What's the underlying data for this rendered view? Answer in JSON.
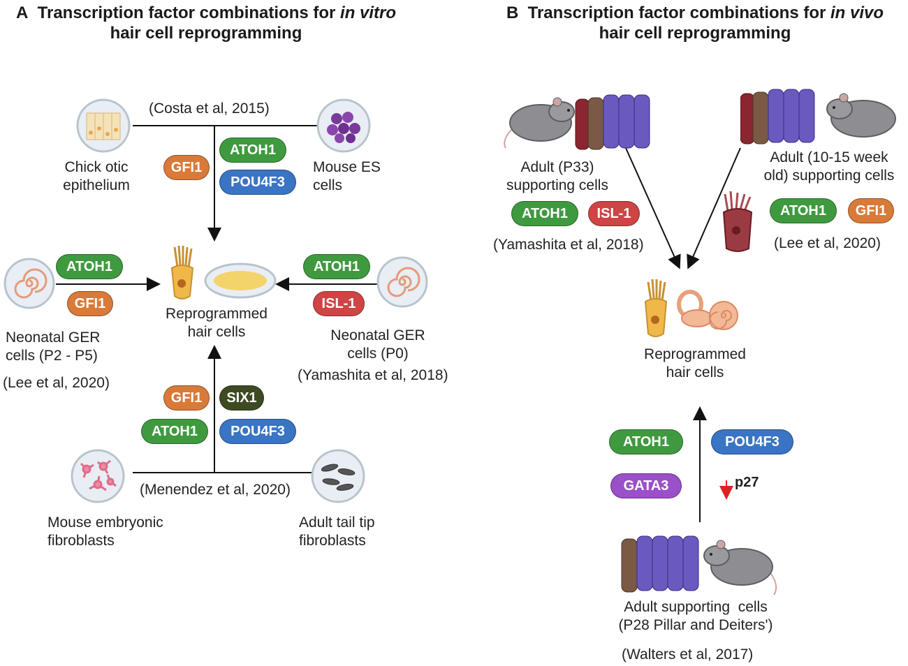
{
  "panel_a": {
    "letter": "A",
    "title_line1_pre": "Transcription factor combinations for ",
    "title_line1_em": "in vitro",
    "title_line2": "hair cell reprogramming",
    "top_citation": "(Costa et al, 2015)",
    "chick_label_1": "Chick otic",
    "chick_label_2": "epithelium",
    "mouse_es_label_1": "Mouse ES",
    "mouse_es_label_2": "cells",
    "top_factors": [
      "GFI1",
      "ATOH1",
      "POU4F3"
    ],
    "left_factors": [
      "ATOH1",
      "GFI1"
    ],
    "left_label_1": "Neonatal GER",
    "left_label_2": "cells (P2 - P5)",
    "left_citation": "(Lee et al, 2020)",
    "right_factors": [
      "ATOH1",
      "ISL-1"
    ],
    "right_label_1": "Neonatal GER",
    "right_label_2": "cells (P0)",
    "right_citation": "(Yamashita et al, 2018)",
    "center_label_1": "Reprogrammed",
    "center_label_2": "hair cells",
    "bottom_factors": [
      "GFI1",
      "SIX1",
      "ATOH1",
      "POU4F3"
    ],
    "bottom_citation": "(Menendez et al, 2020)",
    "mef_label_1": "Mouse embryonic",
    "mef_label_2": "fibroblasts",
    "tail_label_1": "Adult tail tip",
    "tail_label_2": "fibroblasts"
  },
  "panel_b": {
    "letter": "B",
    "title_line1_pre": "Transcription factor combinations for ",
    "title_line1_em": "in vivo",
    "title_line2": "hair cell reprogramming",
    "left_label_1": "Adult (P33)",
    "left_label_2": "supporting cells",
    "left_factors": [
      "ATOH1",
      "ISL-1"
    ],
    "left_citation": "(Yamashita et al, 2018)",
    "right_label_1": "Adult (10-15 week",
    "right_label_2": "old) supporting cells",
    "right_factors": [
      "ATOH1",
      "GFI1"
    ],
    "right_citation": "(Lee et al, 2020)",
    "center_label_1": "Reprogrammed",
    "center_label_2": "hair cells",
    "bottom_factors": [
      "ATOH1",
      "POU4F3",
      "GATA3"
    ],
    "p27_label": "p27",
    "bottom_label_1": "Adult supporting  cells",
    "bottom_label_2": "(P28 Pillar and Deiters')",
    "bottom_citation": "(Walters et al, 2017)"
  },
  "colors": {
    "green": "#3f9a3f",
    "orange": "#d97a38",
    "blue": "#3a74c4",
    "red": "#cf4444",
    "dark_olive": "#3e4a22",
    "purple": "#9a50c8"
  }
}
